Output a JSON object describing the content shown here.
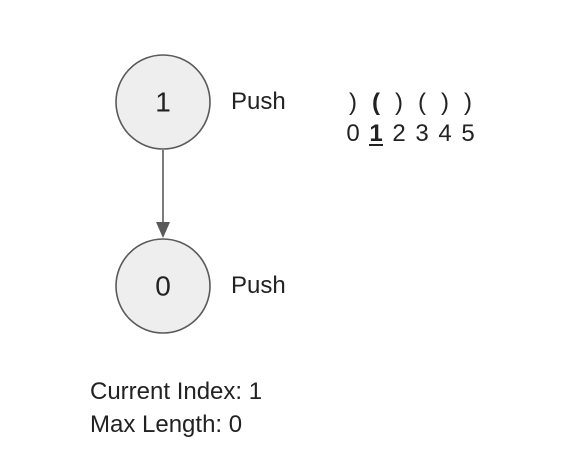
{
  "nodes": [
    {
      "id": "node-1",
      "value": "1",
      "operation": "Push"
    },
    {
      "id": "node-0",
      "value": "0",
      "operation": "Push"
    }
  ],
  "edges": [
    {
      "from": "node-1",
      "to": "node-0"
    }
  ],
  "string": {
    "characters": [
      ")",
      "(",
      ")",
      "(",
      ")",
      ")"
    ],
    "indices": [
      "0",
      "1",
      "2",
      "3",
      "4",
      "5"
    ],
    "highlight_index": 1
  },
  "status": {
    "current_index": "Current Index: 1",
    "max_length": "Max Length: 0"
  },
  "colors": {
    "node_fill": "#eeeeee",
    "node_stroke": "#5a5a5a",
    "text": "#222222"
  }
}
